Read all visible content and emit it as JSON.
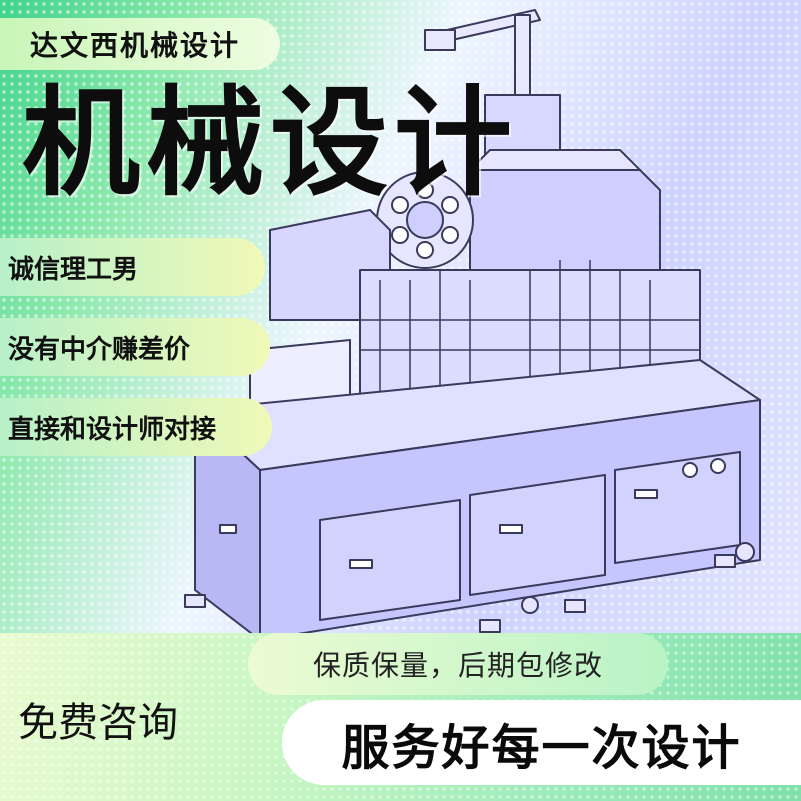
{
  "brand": "达文西机械设计",
  "hero_title": "机械设计",
  "features": [
    "诚信理工男",
    "没有中介赚差价",
    "直接和设计师对接"
  ],
  "guarantee": "保质保量，后期包修改",
  "consult": "免费咨询",
  "service_slogan": "服务好每一次设计",
  "colors": {
    "accent_green": "#3fd38a",
    "machine_purple": "#c9c9ff",
    "outline": "#3a3a5c"
  }
}
